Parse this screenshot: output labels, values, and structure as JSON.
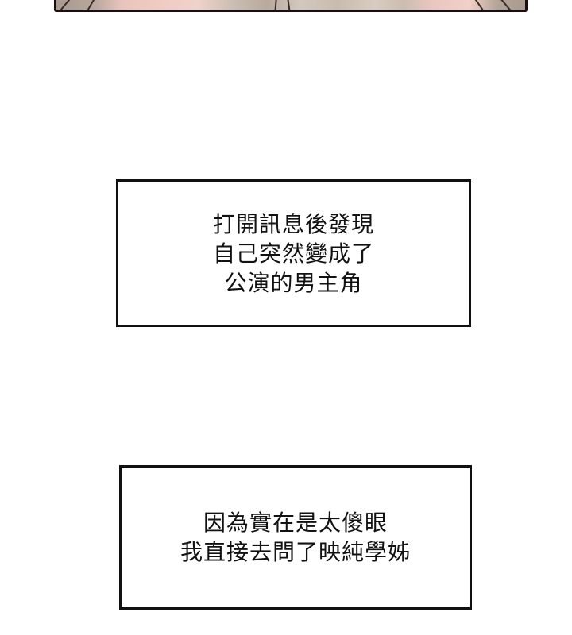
{
  "page": {
    "background_color": "#ffffff"
  },
  "top_panel": {
    "description": "cropped bottom edge of illustrated comic panel",
    "border_color": "#1a0e0e"
  },
  "captions": [
    {
      "lines": [
        "打開訊息後發現",
        "自己突然變成了",
        "公演的男主角"
      ]
    },
    {
      "lines": [
        "因為實在是太傻眼",
        "我直接去問了映純學姊"
      ]
    }
  ],
  "colors": {
    "caption_border": "#111111",
    "caption_text": "#111111",
    "caption_background": "#ffffff"
  }
}
